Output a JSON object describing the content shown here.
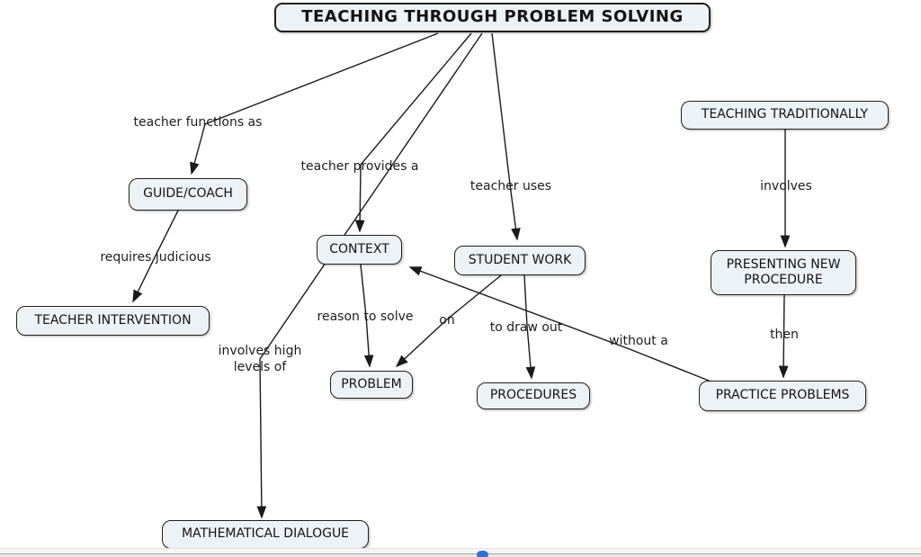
{
  "diagram_title": "TEACHING THROUGH PROBLEM SOLVING",
  "nodes": {
    "title": "TEACHING THROUGH PROBLEM SOLVING",
    "guide_coach": "GUIDE/COACH",
    "teacher_intervention": "TEACHER INTERVENTION",
    "context": "CONTEXT",
    "student_work": "STUDENT WORK",
    "problem": "PROBLEM",
    "procedures": "PROCEDURES",
    "teaching_traditionally": "TEACHING TRADITIONALLY",
    "presenting_new_procedure": "PRESENTING NEW PROCEDURE",
    "practice_problems": "PRACTICE PROBLEMS",
    "mathematical_dialogue": "MATHEMATICAL DIALOGUE"
  },
  "edge_labels": {
    "teacher_functions_as": "teacher functions as",
    "teacher_provides_a": "teacher provides a",
    "teacher_uses": "teacher uses",
    "requires_judicious": "requires judicious",
    "reason_to_solve": "reason to solve",
    "on": "on",
    "to_draw_out": "to draw out",
    "involves": "involves",
    "then": "then",
    "without_a": "without a",
    "involves_high_levels_of": "involves high levels of"
  },
  "edges": [
    {
      "from": "title",
      "label": "teacher functions as",
      "to": "guide_coach"
    },
    {
      "from": "title",
      "label": "teacher provides a",
      "to": "context"
    },
    {
      "from": "title",
      "label": "involves high levels of",
      "to": "mathematical_dialogue"
    },
    {
      "from": "title",
      "label": "teacher uses",
      "to": "student_work"
    },
    {
      "from": "guide_coach",
      "label": "requires judicious",
      "to": "teacher_intervention"
    },
    {
      "from": "context",
      "label": "reason to solve",
      "to": "problem"
    },
    {
      "from": "student_work",
      "label": "on",
      "to": "problem"
    },
    {
      "from": "student_work",
      "label": "to draw out",
      "to": "procedures"
    },
    {
      "from": "teaching_traditionally",
      "label": "involves",
      "to": "presenting_new_procedure"
    },
    {
      "from": "presenting_new_procedure",
      "label": "then",
      "to": "practice_problems"
    },
    {
      "from": "practice_problems",
      "label": "without a",
      "to": "context"
    }
  ],
  "colors": {
    "node_fill": "#edf2f6",
    "node_border": "#1f1f1f",
    "connector": "#1a1a1a",
    "background": "#ffffff",
    "footer_bar": "#e9e9e9",
    "scroll_dot": "#2b72d9"
  }
}
